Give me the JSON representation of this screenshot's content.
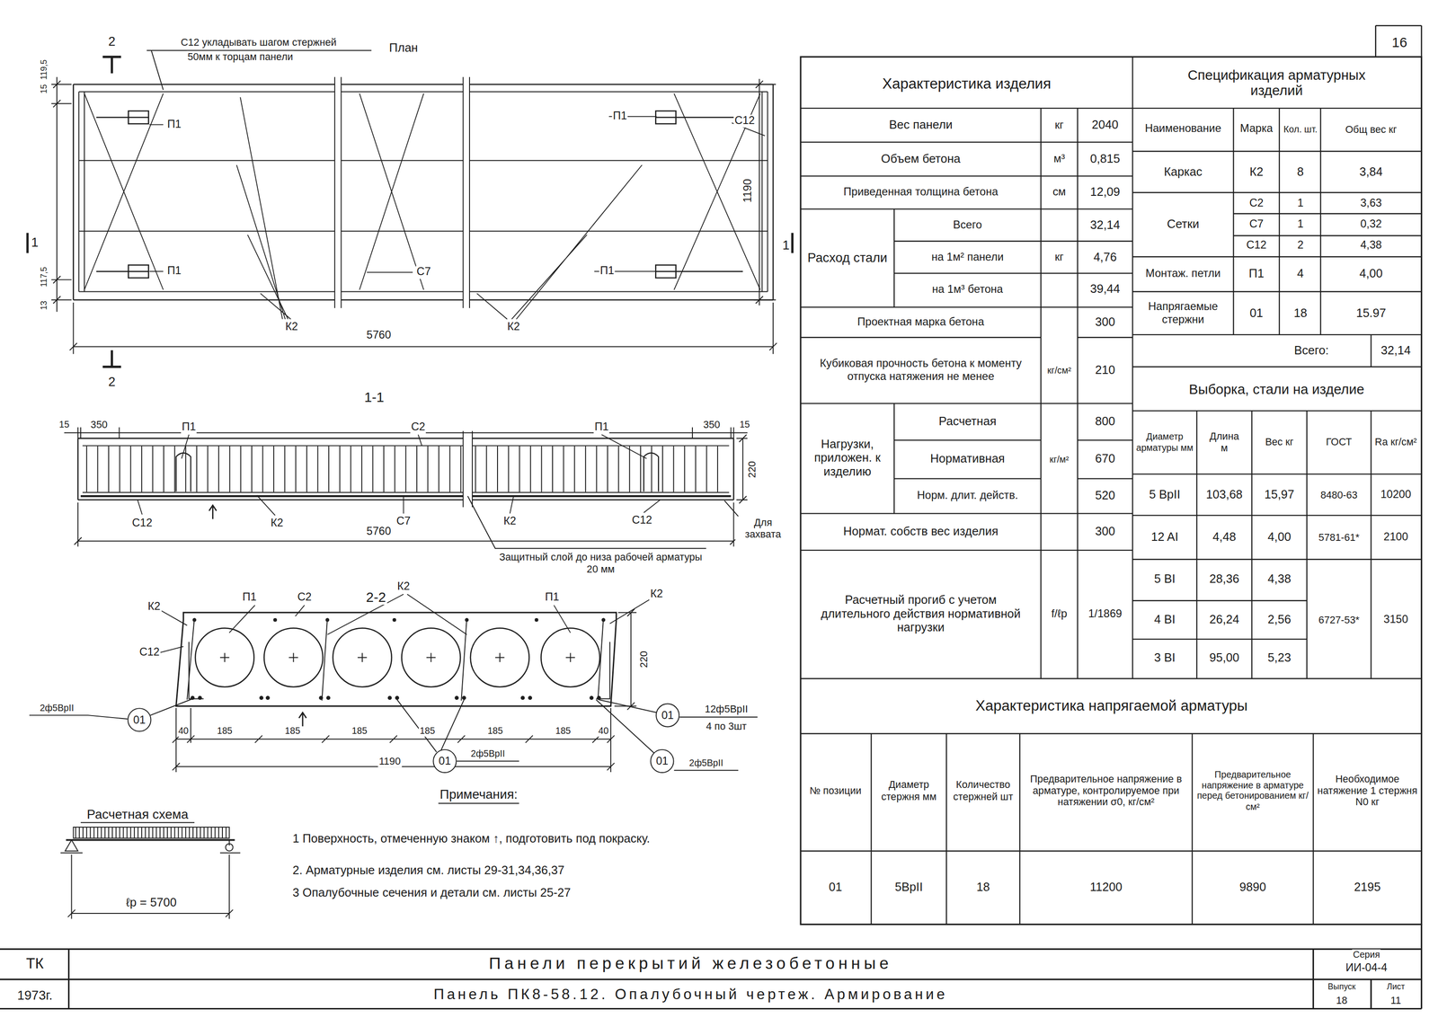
{
  "diagram": {
    "nodes": [
      {
        "text": [
          "01"
        ]
      },
      {
        "text": [
          "01"
        ]
      },
      {
        "text": [
          "01"
        ]
      },
      {
        "text": [
          "01"
        ]
      }
    ],
    "labels": [
      "2",
      "С12 укладывать шагом стержней",
      "50мм к торцам панели",
      "План",
      "119,5",
      "15",
      "117,5",
      "13",
      "П1",
      "П1",
      "П1",
      "П1",
      "С12",
      "1190",
      "1",
      "1",
      "С7",
      "К2",
      "К2",
      "5760",
      "2",
      "1-1",
      "15",
      "350",
      "П1",
      "С2",
      "П1",
      "350",
      "15",
      "220",
      "С12",
      "К2",
      "С7",
      "К2",
      "С12",
      "5760",
      "Для захвата",
      "Защитный слой до низа рабочей арматуры 20 мм",
      "2-2",
      "К2",
      "П1",
      "С2",
      "К2",
      "П1",
      "К2",
      "С12",
      "220",
      "2ф5ВрII",
      "12ф5ВрII",
      "4 по 3шт",
      "40",
      "185",
      "185",
      "185",
      "185",
      "185",
      "185",
      "40",
      "1190",
      "2ф5ВрII",
      "2ф5ВрII",
      "Расчетная схема",
      "ℓр = 5700",
      "Примечания:",
      "1 Поверхность, отмеченную знаком ↑, подготовить под покраску.",
      "2. Арматурные изделия см. листы 29-31,34,36,37",
      "3 Опалубочные сечения и детали см. листы 25-27",
      "16",
      "Характеристика изделия",
      "Вес панели",
      "кг",
      "2040",
      "Объем бетона",
      "м³",
      "0,815",
      "Приведенная толщина бетона",
      "см",
      "12,09",
      "Расход стали",
      "Всего",
      "на 1м² панели",
      "на 1м³ бетона",
      "кг",
      "32,14",
      "4,76",
      "39,44",
      "Проектная марка бетона",
      "300",
      "Кубиковая прочность бетона к моменту отпуска натяжения не менее",
      "кг/см²",
      "210",
      "Нагрузки, приложен. к изделию",
      "Расчетная",
      "Нормативная",
      "Норм. длит. действ.",
      "кг/м²",
      "800",
      "670",
      "520",
      "Нормат. собств вес изделия",
      "300",
      "Расчетный прогиб с учетом длительного действия нормативной нагрузки",
      "f/ℓр",
      "1/1869",
      "Спецификация арматурных изделий",
      "Наименование",
      "Марка",
      "Кол. шт.",
      "Общ вес кг",
      "Каркас",
      "К2",
      "8",
      "3,84",
      "Сетки",
      "С2",
      "1",
      "3,63",
      "С7",
      "1",
      "0,32",
      "С12",
      "2",
      "4,38",
      "Монтаж. петли",
      "П1",
      "4",
      "4,00",
      "Напрягаемые стержни",
      "01",
      "18",
      "15.97",
      "Всего:",
      "32,14",
      "Выборка, стали на изделие",
      "Диаметр арматуры мм",
      "Длина м",
      "Вес кг",
      "ГОСТ",
      "Ra кг/см²",
      "5 ВрII",
      "103,68",
      "15,97",
      "8480-63",
      "10200",
      "12 AI",
      "4,48",
      "4,00",
      "5781-61*",
      "2100",
      "5 BI",
      "28,36",
      "4,38",
      "4 BI",
      "26,24",
      "2,56",
      "6727-53*",
      "3150",
      "3 BI",
      "95,00",
      "5,23",
      "Характеристика напрягаемой арматуры",
      "№ позиции",
      "Диаметр стержня мм",
      "Количество стержней шт",
      "Предварительное напряжение в арматуре, контролируемое при натяжении σ0, кг/см²",
      "Предварительное напряжение в арматуре перед бетонированием кг/см²",
      "Необходимое натяжение 1 стержня N0 кг",
      "01",
      "5ВрII",
      "18",
      "11200",
      "9890",
      "2195",
      "ТК",
      "1973г.",
      "Панели перекрытий железобетонные",
      "Панель ПК8-58.12. Опалубочный чертеж. Армирование",
      "Серия",
      "ИИ-04-4",
      "Выпуск",
      "Лист",
      "18",
      "11"
    ]
  }
}
